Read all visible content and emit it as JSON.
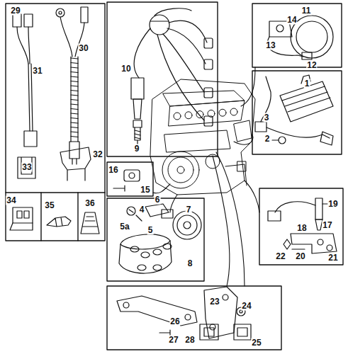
{
  "diagram": {
    "labels": [
      "29",
      "31",
      "30",
      "10",
      "14",
      "11",
      "13",
      "12",
      "1",
      "3",
      "2",
      "9",
      "16",
      "15",
      "4",
      "6",
      "7",
      "5a",
      "5",
      "8",
      "19",
      "17",
      "18",
      "22",
      "20",
      "21",
      "23",
      "24",
      "26",
      "28",
      "25",
      "27",
      "33",
      "32",
      "34",
      "35",
      "36"
    ]
  }
}
